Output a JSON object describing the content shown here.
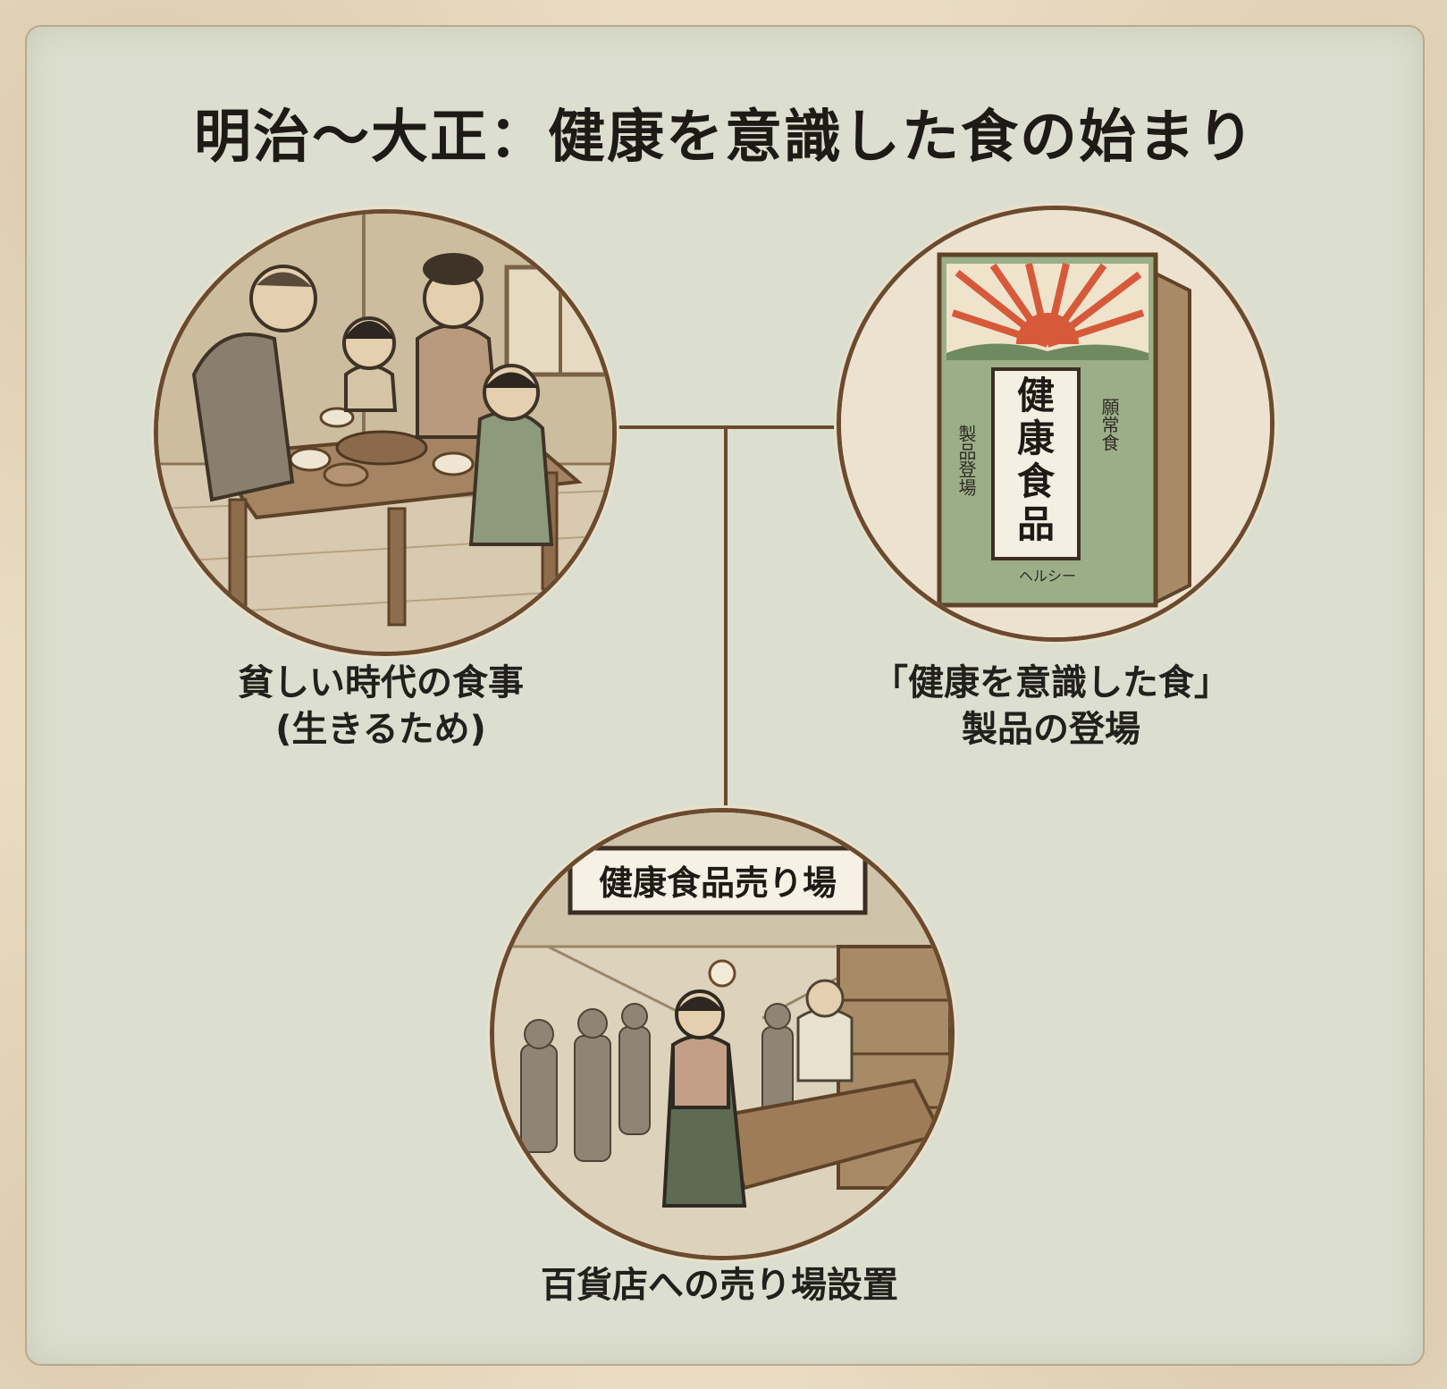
{
  "title": "明治～大正：健康を意識した食の始まり",
  "nodes": {
    "left": {
      "caption_line1": "貧しい時代の食事",
      "caption_line2": "(生きるため)"
    },
    "right": {
      "caption_line1": "「健康を意識した食」",
      "caption_line2": "製品の登場",
      "package": {
        "main_label": "健康食品",
        "side_text_1": "願常食",
        "side_text_2": "製品登場",
        "bottom_text": "ヘルシー"
      }
    },
    "bottom": {
      "caption": "百貨店への売り場設置",
      "sign": "健康食品売り場"
    }
  },
  "colors": {
    "panel": "#dcdfcf",
    "border": "#6b4a2e",
    "connector": "#6b4a2e",
    "sepia_bg": "#d9ccb4",
    "package_green": "#8ea57d",
    "sun_red": "#d65a3a"
  }
}
